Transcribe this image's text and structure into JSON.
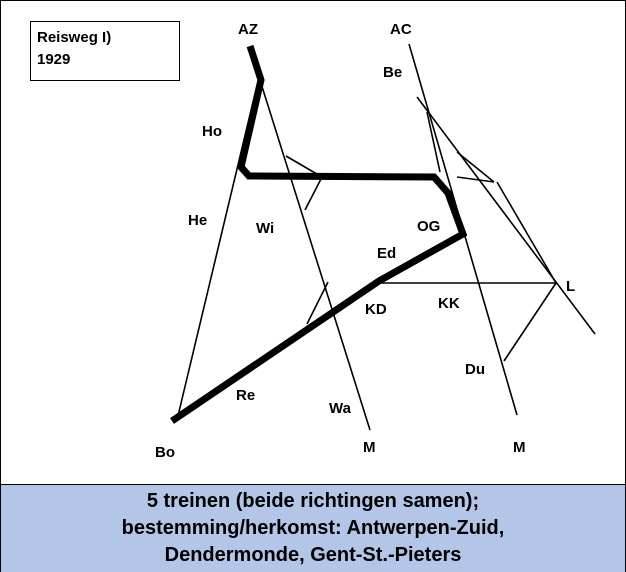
{
  "title": {
    "line1": "Reisweg I)",
    "line2": "1929"
  },
  "stations": {
    "AZ": "AZ",
    "AC": "AC",
    "Be": "Be",
    "Ho": "Ho",
    "He": "He",
    "Wi": "Wi",
    "OG": "OG",
    "Ed": "Ed",
    "L": "L",
    "KD": "KD",
    "KK": "KK",
    "Du": "Du",
    "Re": "Re",
    "Wa": "Wa",
    "Bo": "Bo",
    "M_west": "M",
    "M_east": "M"
  },
  "caption": {
    "line1": "5 treinen (beide richtingen samen);",
    "line2": "bestemming/herkomst: Antwerpen-Zuid,",
    "line3": "Dendermonde, Gent-St.-Pieters"
  },
  "colors": {
    "caption_background": "#b4c6e7",
    "line": "#000000"
  }
}
